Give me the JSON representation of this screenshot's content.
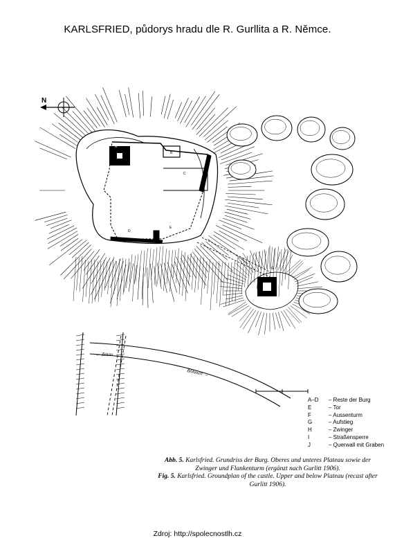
{
  "page": {
    "title": "KARLSFRIED, půdorys hradu dle R. Gurllita a R. Němce.",
    "source": "Zdroj: http://spolecnostlh.cz"
  },
  "map": {
    "north_label": "N",
    "road_labels": {
      "zittau": "← Zittau",
      "bohmen": "Böhmen →"
    },
    "plan_letters": [
      "A",
      "B",
      "C",
      "D",
      "E",
      "F",
      "G"
    ],
    "colors": {
      "ink": "#000000",
      "paper": "#ffffff"
    }
  },
  "legend": [
    {
      "key": "A–D",
      "text": "– Reste der Burg"
    },
    {
      "key": "E",
      "text": "– Tor"
    },
    {
      "key": "F",
      "text": "– Aussenturm"
    },
    {
      "key": "G",
      "text": "– Aufstieg"
    },
    {
      "key": "H",
      "text": "– Zwinger"
    },
    {
      "key": "I",
      "text": "– Straßensperre"
    },
    {
      "key": "J",
      "text": "– Querwall mit Graben"
    }
  ],
  "caption": {
    "abb_label": "Abb. 5.",
    "abb_text": "Karlsfried. Grundriss der Burg. Oberes und unteres Plateau sowie der Zwinger und Flankenturm (ergänzt nach Gurlitt 1906).",
    "fig_label": "Fig. 5.",
    "fig_text": "Karlsfried. Groundplan of the castle. Upper and below Plateau (recast after Gurlitt 1906)."
  }
}
